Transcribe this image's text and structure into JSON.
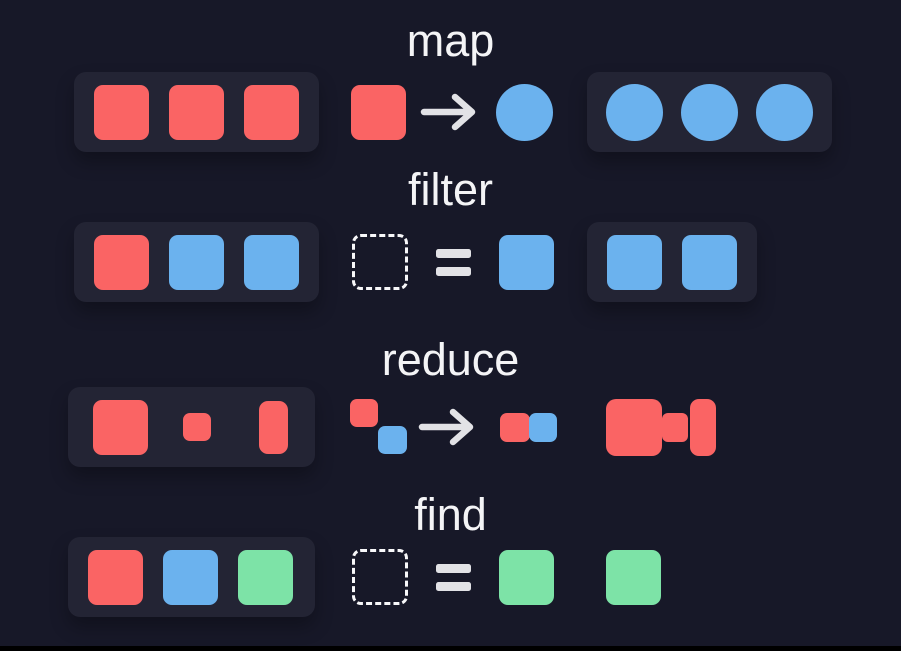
{
  "palette": {
    "background": "#171828",
    "panel": "#232434",
    "red": "#fa6464",
    "blue": "#6bb2ee",
    "green": "#7de3a7",
    "text": "#f4f4f6",
    "operator": "#e2e2e6",
    "dash": "#f8f8fa",
    "edge": "#000000"
  },
  "rows": [
    {
      "label": "map",
      "input": {
        "shapes": [
          {
            "type": "square",
            "color": "red"
          },
          {
            "type": "square",
            "color": "red"
          },
          {
            "type": "square",
            "color": "red"
          }
        ]
      },
      "operation": {
        "shapes": [
          {
            "type": "square",
            "color": "red"
          },
          {
            "type": "arrow"
          },
          {
            "type": "circle",
            "color": "blue"
          }
        ]
      },
      "output": {
        "shapes": [
          {
            "type": "circle",
            "color": "blue"
          },
          {
            "type": "circle",
            "color": "blue"
          },
          {
            "type": "circle",
            "color": "blue"
          }
        ]
      }
    },
    {
      "label": "filter",
      "input": {
        "shapes": [
          {
            "type": "square",
            "color": "red"
          },
          {
            "type": "square",
            "color": "blue"
          },
          {
            "type": "square",
            "color": "blue"
          }
        ]
      },
      "operation": {
        "shapes": [
          {
            "type": "dashed-square"
          },
          {
            "type": "equals"
          },
          {
            "type": "square",
            "color": "blue"
          }
        ]
      },
      "output": {
        "shapes": [
          {
            "type": "square",
            "color": "blue"
          },
          {
            "type": "square",
            "color": "blue"
          }
        ]
      }
    },
    {
      "label": "reduce",
      "input": {
        "shapes": [
          {
            "type": "square",
            "color": "red"
          },
          {
            "type": "square-small",
            "color": "red"
          },
          {
            "type": "rect-tall",
            "color": "red"
          }
        ]
      },
      "operation": {
        "shapes": [
          {
            "type": "pair-diagonal",
            "colors": [
              "red",
              "blue"
            ]
          },
          {
            "type": "arrow"
          },
          {
            "type": "pair-horizontal",
            "colors": [
              "red",
              "blue"
            ]
          }
        ]
      },
      "output": {
        "shapes": [
          {
            "type": "merged-chain",
            "color": "red"
          }
        ]
      }
    },
    {
      "label": "find",
      "input": {
        "shapes": [
          {
            "type": "square",
            "color": "red"
          },
          {
            "type": "square",
            "color": "blue"
          },
          {
            "type": "square",
            "color": "green"
          }
        ]
      },
      "operation": {
        "shapes": [
          {
            "type": "dashed-square"
          },
          {
            "type": "equals"
          },
          {
            "type": "square",
            "color": "green"
          }
        ]
      },
      "output": {
        "shapes": [
          {
            "type": "square",
            "color": "green"
          }
        ]
      }
    }
  ]
}
